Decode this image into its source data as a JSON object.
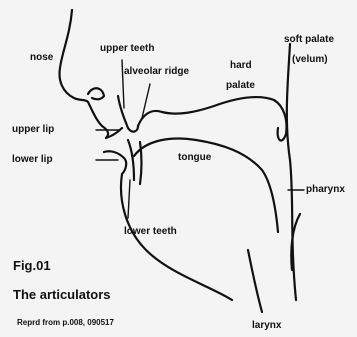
{
  "labels": {
    "nose": "nose",
    "upper_teeth": "upper teeth",
    "alveolar_ridge": "alveolar ridge",
    "hard_palate_1": "hard",
    "hard_palate_2": "palate",
    "soft_palate_1": "soft palate",
    "soft_palate_2": "(velum)",
    "upper_lip": "upper lip",
    "lower_lip": "lower lip",
    "tongue": "tongue",
    "pharynx": "pharynx",
    "lower_teeth": "lower teeth",
    "larynx": "larynx"
  },
  "caption": {
    "figure_number": "Fig.01",
    "title": "The articulators",
    "credit": "Reprd from p.008, 090517"
  },
  "colors": {
    "ink": "#111111",
    "background": "#f4f4f4"
  }
}
